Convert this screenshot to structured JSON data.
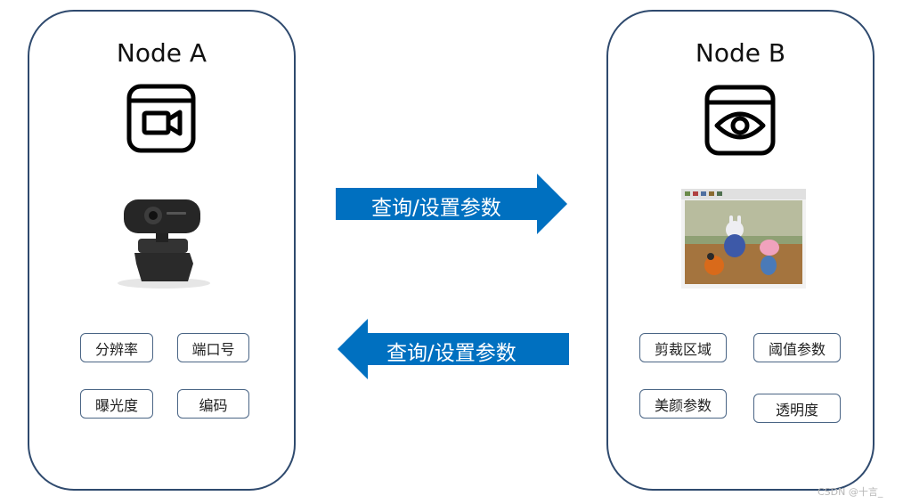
{
  "node_a": {
    "title": "Node A",
    "icon": "video-camera-icon",
    "image": "webcam",
    "params": [
      "分辨率",
      "端口号",
      "曝光度",
      "编码"
    ]
  },
  "node_b": {
    "title": "Node B",
    "icon": "eye-icon",
    "image": "camera-preview-window",
    "params": [
      "剪裁区域",
      "阈值参数",
      "美颜参数",
      "透明度"
    ]
  },
  "arrows": {
    "a_to_b_label": "查询/设置参数",
    "b_to_a_label": "查询/设置参数"
  },
  "colors": {
    "arrow": "#0070c0",
    "border": "#2f4a6e"
  },
  "watermark": "CSDN @十言_"
}
